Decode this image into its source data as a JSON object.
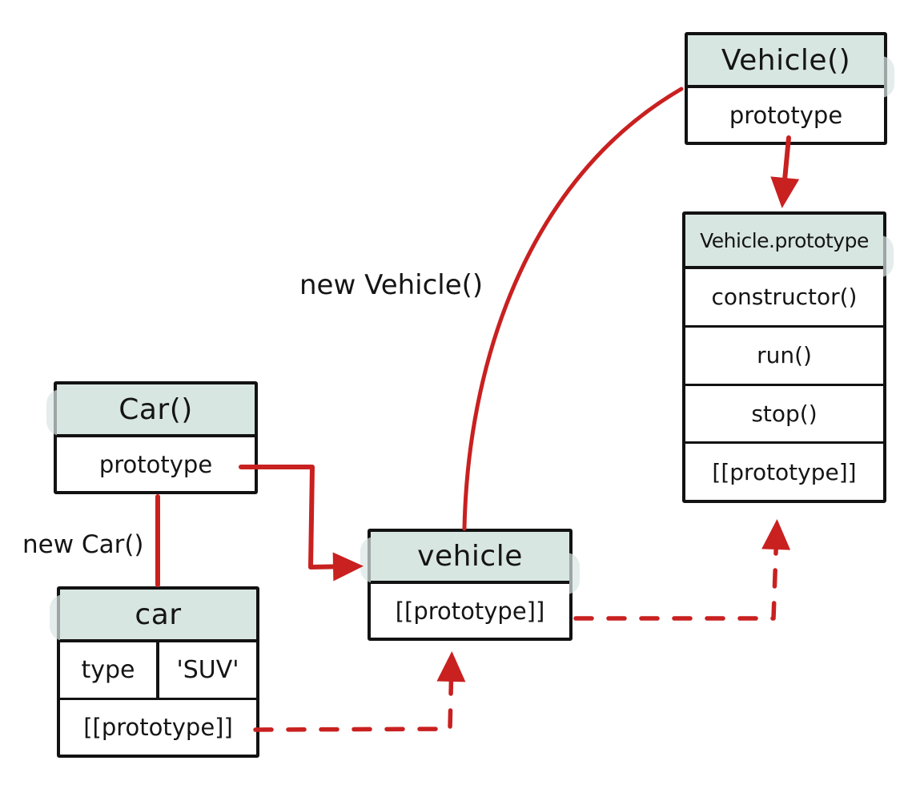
{
  "boxes": {
    "vehicle_constructor": {
      "title": "Vehicle()",
      "rows": [
        "prototype"
      ]
    },
    "vehicle_prototype": {
      "title": "Vehicle.prototype",
      "rows": [
        "constructor()",
        "run()",
        "stop()",
        "[[prototype]]"
      ]
    },
    "car_constructor": {
      "title": "Car()",
      "rows": [
        "prototype"
      ]
    },
    "car_instance": {
      "title": "car",
      "property": {
        "key": "type",
        "value": "'SUV'"
      },
      "rows": [
        "[[prototype]]"
      ]
    },
    "vehicle_instance": {
      "title": "vehicle",
      "rows": [
        "[[prototype]]"
      ]
    }
  },
  "edge_labels": {
    "new_vehicle": "new Vehicle()",
    "new_car": "new Car()"
  },
  "connections": [
    {
      "from": "Vehicle().prototype",
      "to": "Vehicle.prototype",
      "style": "solid-arrow"
    },
    {
      "from": "vehicle",
      "to": "Vehicle()",
      "style": "solid-line",
      "label": "new Vehicle()"
    },
    {
      "from": "Car().prototype",
      "to": "vehicle",
      "style": "solid-arrow"
    },
    {
      "from": "Car()",
      "to": "car",
      "style": "solid-line",
      "label": "new Car()"
    },
    {
      "from": "car.[[prototype]]",
      "to": "vehicle",
      "style": "dashed-arrow"
    },
    {
      "from": "vehicle.[[prototype]]",
      "to": "Vehicle.prototype",
      "style": "dashed-arrow"
    }
  ],
  "colors": {
    "header_fill": "#d8e6e2",
    "arrow_red": "#c92020",
    "border_black": "#121212",
    "background": "#ffffff",
    "text": "#151515"
  }
}
